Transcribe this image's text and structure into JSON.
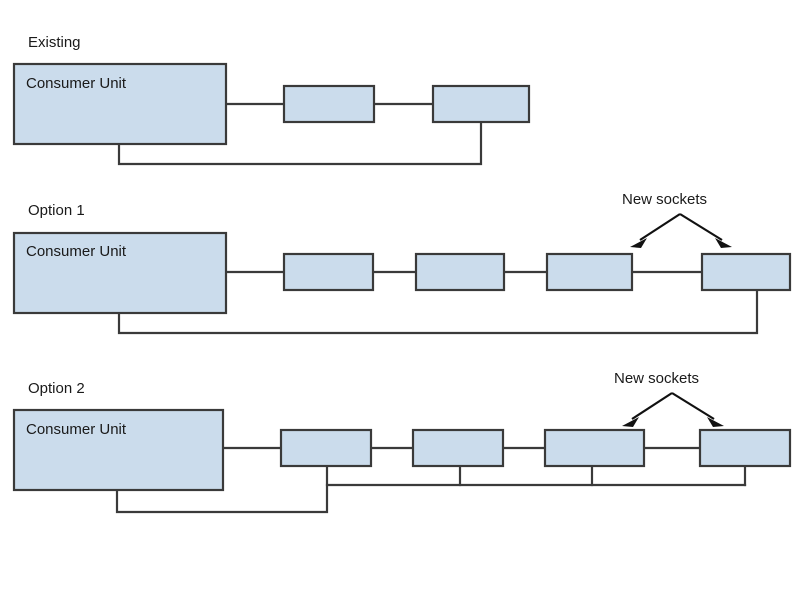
{
  "diagram": {
    "title_existing": "Existing",
    "title_option1": "Option 1",
    "title_option2": "Option 2",
    "consumer_unit_label": "Consumer Unit",
    "new_sockets_label": "New sockets",
    "colors": {
      "box_fill": "#cbdcec",
      "box_stroke": "#3a3a3a",
      "wire": "#3a3a3a",
      "arrow": "#111111",
      "background": "#ffffff",
      "text": "#1a1a1a"
    },
    "sections": [
      {
        "id": "existing",
        "title": "Existing",
        "consumer_unit": {
          "label": "Consumer Unit"
        },
        "socket_count": 2,
        "wiring": "ring",
        "has_new_sockets_annotation": false
      },
      {
        "id": "option-1",
        "title": "Option 1",
        "consumer_unit": {
          "label": "Consumer Unit"
        },
        "socket_count": 4,
        "wiring": "ring",
        "has_new_sockets_annotation": true,
        "annotation": "New sockets"
      },
      {
        "id": "option-2",
        "title": "Option 2",
        "consumer_unit": {
          "label": "Consumer Unit"
        },
        "socket_count": 4,
        "wiring": "radial-bus",
        "has_new_sockets_annotation": true,
        "annotation": "New sockets"
      }
    ]
  }
}
